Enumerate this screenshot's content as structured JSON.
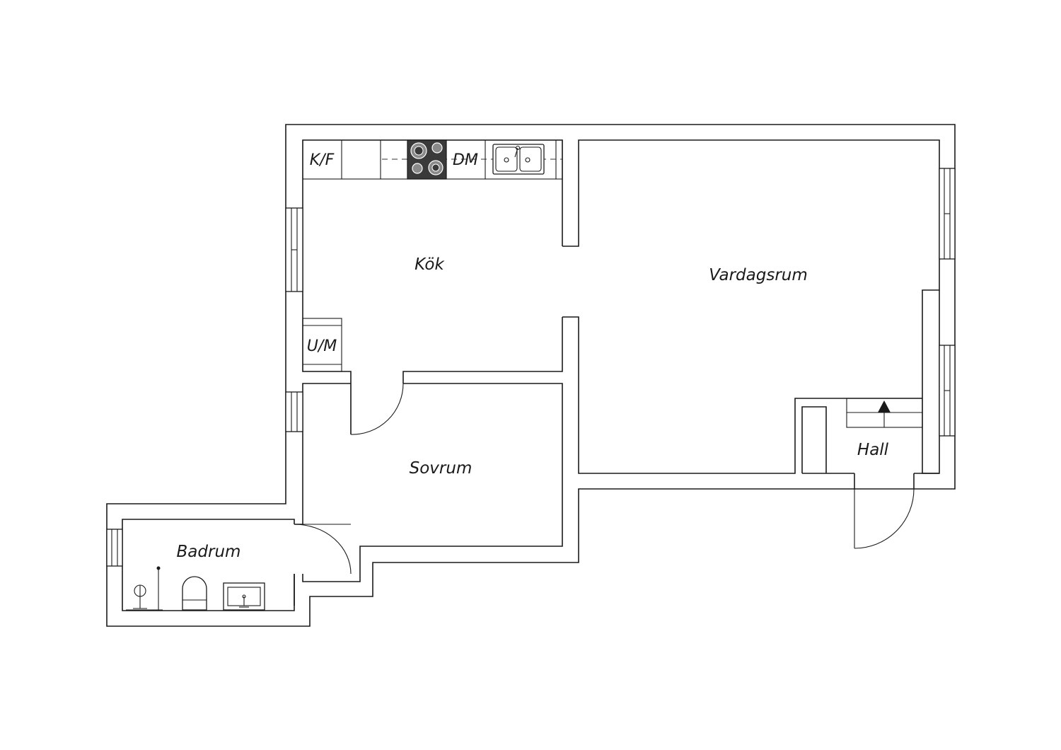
{
  "rooms": {
    "kok": "Kök",
    "vardagsrum": "Vardagsrum",
    "sovrum": "Sovrum",
    "badrum": "Badrum",
    "hall": "Hall"
  },
  "appliances": {
    "fridge_freezer": "K/F",
    "dishwasher": "DM",
    "oven_microwave": "U/M"
  },
  "colors": {
    "line": "#1a1a1a",
    "stove": "#3a3a3a",
    "background": "#ffffff"
  }
}
